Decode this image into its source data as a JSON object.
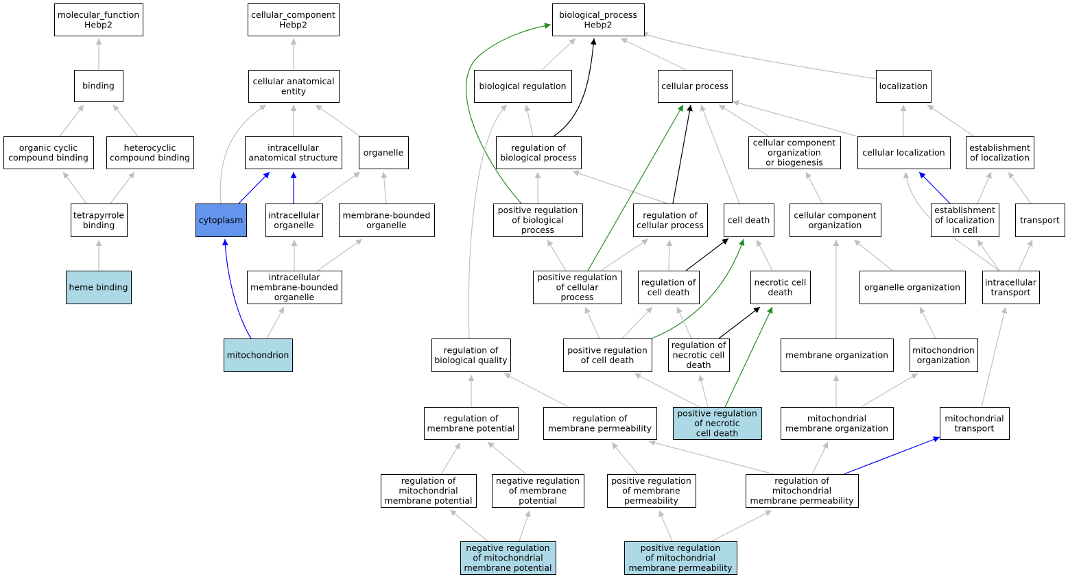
{
  "colors": {
    "node_fill": "#ffffff",
    "node_annotated": "#add8e6",
    "node_highlight": "#6495ed",
    "edge_is_a": "#c0c0c0",
    "edge_part_of": "#0000ff",
    "edge_regulates": "#000000",
    "edge_positively_regulates": "#228b22"
  },
  "nodes": [
    {
      "id": "mf",
      "fill": "normal",
      "lines": [
        "molecular_function",
        "Hebp2"
      ]
    },
    {
      "id": "binding",
      "fill": "normal",
      "lines": [
        "binding"
      ]
    },
    {
      "id": "organic_cyclic",
      "fill": "normal",
      "lines": [
        "organic cyclic",
        "compound binding"
      ]
    },
    {
      "id": "heterocyclic",
      "fill": "normal",
      "lines": [
        "heterocyclic",
        "compound binding"
      ]
    },
    {
      "id": "tetrapyrrole",
      "fill": "normal",
      "lines": [
        "tetrapyrrole",
        "binding"
      ]
    },
    {
      "id": "heme",
      "fill": "annotated",
      "lines": [
        "heme binding"
      ]
    },
    {
      "id": "cc",
      "fill": "normal",
      "lines": [
        "cellular_component",
        "Hebp2"
      ]
    },
    {
      "id": "cae",
      "fill": "normal",
      "lines": [
        "cellular anatomical",
        "entity"
      ]
    },
    {
      "id": "ias",
      "fill": "normal",
      "lines": [
        "intracellular",
        "anatomical structure"
      ]
    },
    {
      "id": "organelle",
      "fill": "normal",
      "lines": [
        "organelle"
      ]
    },
    {
      "id": "cytoplasm",
      "fill": "highlight",
      "lines": [
        "cytoplasm"
      ]
    },
    {
      "id": "intra_org",
      "fill": "normal",
      "lines": [
        "intracellular",
        "organelle"
      ]
    },
    {
      "id": "mbo",
      "fill": "normal",
      "lines": [
        "membrane-bounded",
        "organelle"
      ]
    },
    {
      "id": "imbo",
      "fill": "normal",
      "lines": [
        "intracellular",
        "membrane-bounded",
        "organelle"
      ]
    },
    {
      "id": "mito",
      "fill": "annotated",
      "lines": [
        "mitochondrion"
      ]
    },
    {
      "id": "bp",
      "fill": "normal",
      "lines": [
        "biological_process",
        "Hebp2"
      ]
    },
    {
      "id": "bio_reg",
      "fill": "normal",
      "lines": [
        "biological regulation"
      ]
    },
    {
      "id": "cell_proc",
      "fill": "normal",
      "lines": [
        "cellular process"
      ]
    },
    {
      "id": "localization",
      "fill": "normal",
      "lines": [
        "localization"
      ]
    },
    {
      "id": "reg_bp",
      "fill": "normal",
      "lines": [
        "regulation of",
        "biological process"
      ]
    },
    {
      "id": "cc_org_bio",
      "fill": "normal",
      "lines": [
        "cellular component",
        "organization",
        "or biogenesis"
      ]
    },
    {
      "id": "cell_loc",
      "fill": "normal",
      "lines": [
        "cellular localization"
      ]
    },
    {
      "id": "est_loc",
      "fill": "normal",
      "lines": [
        "establishment",
        "of localization"
      ]
    },
    {
      "id": "pos_reg_bp",
      "fill": "normal",
      "lines": [
        "positive regulation",
        "of biological",
        "process"
      ]
    },
    {
      "id": "reg_cp",
      "fill": "normal",
      "lines": [
        "regulation of",
        "cellular process"
      ]
    },
    {
      "id": "cell_death",
      "fill": "normal",
      "lines": [
        "cell death"
      ]
    },
    {
      "id": "cc_org",
      "fill": "normal",
      "lines": [
        "cellular component",
        "organization"
      ]
    },
    {
      "id": "est_loc_cell",
      "fill": "normal",
      "lines": [
        "establishment",
        "of localization",
        "in cell"
      ]
    },
    {
      "id": "transport",
      "fill": "normal",
      "lines": [
        "transport"
      ]
    },
    {
      "id": "pos_reg_cp",
      "fill": "normal",
      "lines": [
        "positive regulation",
        "of cellular",
        "process"
      ]
    },
    {
      "id": "reg_cd",
      "fill": "normal",
      "lines": [
        "regulation of",
        "cell death"
      ]
    },
    {
      "id": "necrotic",
      "fill": "normal",
      "lines": [
        "necrotic cell",
        "death"
      ]
    },
    {
      "id": "org_org",
      "fill": "normal",
      "lines": [
        "organelle organization"
      ]
    },
    {
      "id": "intra_transport",
      "fill": "normal",
      "lines": [
        "intracellular",
        "transport"
      ]
    },
    {
      "id": "reg_bq",
      "fill": "normal",
      "lines": [
        "regulation of",
        "biological quality"
      ]
    },
    {
      "id": "pos_reg_cd",
      "fill": "normal",
      "lines": [
        "positive regulation",
        "of cell death"
      ]
    },
    {
      "id": "reg_ncd",
      "fill": "normal",
      "lines": [
        "regulation of",
        "necrotic cell",
        "death"
      ]
    },
    {
      "id": "mem_org",
      "fill": "normal",
      "lines": [
        "membrane organization"
      ]
    },
    {
      "id": "mito_org",
      "fill": "normal",
      "lines": [
        "mitochondrion",
        "organization"
      ]
    },
    {
      "id": "reg_mp",
      "fill": "normal",
      "lines": [
        "regulation of",
        "membrane potential"
      ]
    },
    {
      "id": "reg_mperm",
      "fill": "normal",
      "lines": [
        "regulation of",
        "membrane permeability"
      ]
    },
    {
      "id": "pos_reg_ncd",
      "fill": "annotated",
      "lines": [
        "positive regulation",
        "of necrotic",
        "cell death"
      ]
    },
    {
      "id": "mito_mem_org",
      "fill": "normal",
      "lines": [
        "mitochondrial",
        "membrane organization"
      ]
    },
    {
      "id": "mito_transport",
      "fill": "normal",
      "lines": [
        "mitochondrial",
        "transport"
      ]
    },
    {
      "id": "reg_mmp",
      "fill": "normal",
      "lines": [
        "regulation of",
        "mitochondrial",
        "membrane potential"
      ]
    },
    {
      "id": "neg_reg_mp",
      "fill": "normal",
      "lines": [
        "negative regulation",
        "of membrane",
        "potential"
      ]
    },
    {
      "id": "pos_reg_mperm",
      "fill": "normal",
      "lines": [
        "positive regulation",
        "of membrane",
        "permeability"
      ]
    },
    {
      "id": "reg_mmperm",
      "fill": "normal",
      "lines": [
        "regulation of",
        "mitochondrial",
        "membrane permeability"
      ]
    },
    {
      "id": "neg_reg_mmp",
      "fill": "annotated",
      "lines": [
        "negative regulation",
        "of mitochondrial",
        "membrane potential"
      ]
    },
    {
      "id": "pos_reg_mmperm",
      "fill": "annotated",
      "lines": [
        "positive regulation",
        "of mitochondrial",
        "membrane permeability"
      ]
    }
  ],
  "edges": [
    {
      "from": "binding",
      "to": "mf",
      "rel": "is_a"
    },
    {
      "from": "organic_cyclic",
      "to": "binding",
      "rel": "is_a"
    },
    {
      "from": "heterocyclic",
      "to": "binding",
      "rel": "is_a"
    },
    {
      "from": "tetrapyrrole",
      "to": "organic_cyclic",
      "rel": "is_a"
    },
    {
      "from": "tetrapyrrole",
      "to": "heterocyclic",
      "rel": "is_a"
    },
    {
      "from": "heme",
      "to": "tetrapyrrole",
      "rel": "is_a"
    },
    {
      "from": "cae",
      "to": "cc",
      "rel": "is_a"
    },
    {
      "from": "ias",
      "to": "cae",
      "rel": "is_a"
    },
    {
      "from": "organelle",
      "to": "cae",
      "rel": "is_a"
    },
    {
      "from": "cytoplasm",
      "to": "cae",
      "rel": "is_a"
    },
    {
      "from": "cytoplasm",
      "to": "ias",
      "rel": "part_of"
    },
    {
      "from": "intra_org",
      "to": "ias",
      "rel": "part_of"
    },
    {
      "from": "intra_org",
      "to": "organelle",
      "rel": "is_a"
    },
    {
      "from": "mbo",
      "to": "organelle",
      "rel": "is_a"
    },
    {
      "from": "imbo",
      "to": "intra_org",
      "rel": "is_a"
    },
    {
      "from": "imbo",
      "to": "mbo",
      "rel": "is_a"
    },
    {
      "from": "mito",
      "to": "cytoplasm",
      "rel": "part_of"
    },
    {
      "from": "mito",
      "to": "imbo",
      "rel": "is_a"
    },
    {
      "from": "bio_reg",
      "to": "bp",
      "rel": "is_a"
    },
    {
      "from": "cell_proc",
      "to": "bp",
      "rel": "is_a"
    },
    {
      "from": "localization",
      "to": "bp",
      "rel": "is_a"
    },
    {
      "from": "reg_bp",
      "to": "bio_reg",
      "rel": "is_a"
    },
    {
      "from": "reg_bp",
      "to": "bp",
      "rel": "regulates"
    },
    {
      "from": "pos_reg_bp",
      "to": "bp",
      "rel": "positively_regulates"
    },
    {
      "from": "pos_reg_bp",
      "to": "reg_bp",
      "rel": "is_a"
    },
    {
      "from": "cc_org_bio",
      "to": "cell_proc",
      "rel": "is_a"
    },
    {
      "from": "cell_loc",
      "to": "cell_proc",
      "rel": "is_a"
    },
    {
      "from": "cell_loc",
      "to": "localization",
      "rel": "is_a"
    },
    {
      "from": "est_loc",
      "to": "localization",
      "rel": "is_a"
    },
    {
      "from": "reg_cp",
      "to": "reg_bp",
      "rel": "is_a"
    },
    {
      "from": "reg_cp",
      "to": "cell_proc",
      "rel": "regulates"
    },
    {
      "from": "cell_death",
      "to": "cell_proc",
      "rel": "is_a"
    },
    {
      "from": "cc_org",
      "to": "cc_org_bio",
      "rel": "is_a"
    },
    {
      "from": "est_loc_cell",
      "to": "cell_loc",
      "rel": "part_of"
    },
    {
      "from": "est_loc_cell",
      "to": "est_loc",
      "rel": "is_a"
    },
    {
      "from": "transport",
      "to": "est_loc",
      "rel": "is_a"
    },
    {
      "from": "pos_reg_cp",
      "to": "pos_reg_bp",
      "rel": "is_a"
    },
    {
      "from": "pos_reg_cp",
      "to": "reg_cp",
      "rel": "is_a"
    },
    {
      "from": "pos_reg_cp",
      "to": "cell_proc",
      "rel": "positively_regulates"
    },
    {
      "from": "reg_cd",
      "to": "reg_cp",
      "rel": "is_a"
    },
    {
      "from": "reg_cd",
      "to": "cell_death",
      "rel": "regulates"
    },
    {
      "from": "necrotic",
      "to": "cell_death",
      "rel": "is_a"
    },
    {
      "from": "org_org",
      "to": "cc_org",
      "rel": "is_a"
    },
    {
      "from": "intra_transport",
      "to": "cell_loc",
      "rel": "is_a"
    },
    {
      "from": "intra_transport",
      "to": "est_loc_cell",
      "rel": "is_a"
    },
    {
      "from": "intra_transport",
      "to": "transport",
      "rel": "is_a"
    },
    {
      "from": "reg_bq",
      "to": "bio_reg",
      "rel": "is_a"
    },
    {
      "from": "pos_reg_cd",
      "to": "pos_reg_cp",
      "rel": "is_a"
    },
    {
      "from": "pos_reg_cd",
      "to": "reg_cd",
      "rel": "is_a"
    },
    {
      "from": "pos_reg_cd",
      "to": "cell_death",
      "rel": "positively_regulates"
    },
    {
      "from": "reg_ncd",
      "to": "reg_cd",
      "rel": "is_a"
    },
    {
      "from": "reg_ncd",
      "to": "necrotic",
      "rel": "regulates"
    },
    {
      "from": "mem_org",
      "to": "cc_org",
      "rel": "is_a"
    },
    {
      "from": "mito_org",
      "to": "org_org",
      "rel": "is_a"
    },
    {
      "from": "reg_mp",
      "to": "reg_bq",
      "rel": "is_a"
    },
    {
      "from": "reg_mperm",
      "to": "reg_bq",
      "rel": "is_a"
    },
    {
      "from": "pos_reg_ncd",
      "to": "pos_reg_cd",
      "rel": "is_a"
    },
    {
      "from": "pos_reg_ncd",
      "to": "reg_ncd",
      "rel": "is_a"
    },
    {
      "from": "pos_reg_ncd",
      "to": "necrotic",
      "rel": "positively_regulates"
    },
    {
      "from": "mito_mem_org",
      "to": "mem_org",
      "rel": "is_a"
    },
    {
      "from": "mito_mem_org",
      "to": "mito_org",
      "rel": "is_a"
    },
    {
      "from": "mito_transport",
      "to": "intra_transport",
      "rel": "is_a"
    },
    {
      "from": "reg_mmp",
      "to": "reg_mp",
      "rel": "is_a"
    },
    {
      "from": "neg_reg_mp",
      "to": "reg_mp",
      "rel": "is_a"
    },
    {
      "from": "pos_reg_mperm",
      "to": "reg_mperm",
      "rel": "is_a"
    },
    {
      "from": "reg_mmperm",
      "to": "reg_mperm",
      "rel": "is_a"
    },
    {
      "from": "reg_mmperm",
      "to": "mito_mem_org",
      "rel": "is_a"
    },
    {
      "from": "reg_mmperm",
      "to": "mito_transport",
      "rel": "part_of"
    },
    {
      "from": "neg_reg_mmp",
      "to": "reg_mmp",
      "rel": "is_a"
    },
    {
      "from": "neg_reg_mmp",
      "to": "neg_reg_mp",
      "rel": "is_a"
    },
    {
      "from": "pos_reg_mmperm",
      "to": "pos_reg_mperm",
      "rel": "is_a"
    },
    {
      "from": "pos_reg_mmperm",
      "to": "reg_mmperm",
      "rel": "is_a"
    }
  ]
}
